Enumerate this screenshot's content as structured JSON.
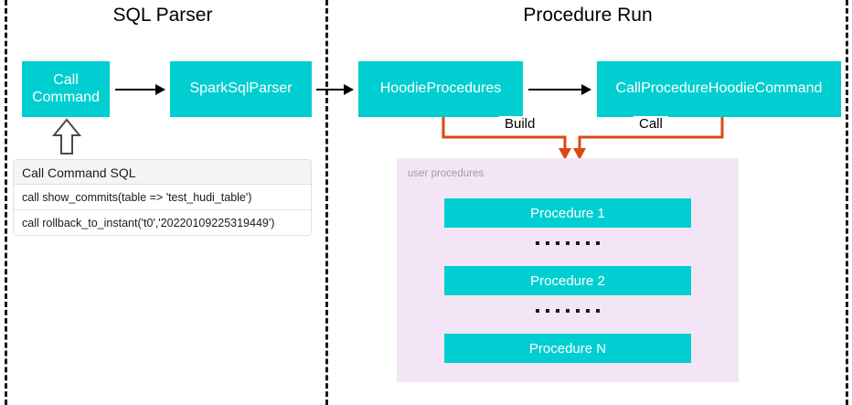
{
  "sections": {
    "left": {
      "title": "SQL Parser"
    },
    "right": {
      "title": "Procedure Run"
    }
  },
  "flow_boxes": [
    {
      "id": "call-command",
      "label": "Call\nCommand"
    },
    {
      "id": "spark-sql-parser",
      "label": "SparkSqlParser"
    },
    {
      "id": "hoodie-procedures",
      "label": "HoodieProcedures"
    },
    {
      "id": "call-procedure-command",
      "label": "CallProcedureHoodieCommand"
    }
  ],
  "flow_box_labels": {
    "call_command_line1": "Call",
    "call_command_line2": "Command",
    "spark_sql_parser": "SparkSqlParser",
    "hoodie_procedures": "HoodieProcedures",
    "call_procedure_hoodie_command": "CallProcedureHoodieCommand"
  },
  "connectors": {
    "build_label": "Build",
    "call_label": "Call",
    "color": "#DD4814"
  },
  "sql_panel": {
    "header": "Call Command SQL",
    "rows": [
      "call show_commits(table => 'test_hudi_table')",
      "call rollback_to_instant('t0','20220109225319449')"
    ]
  },
  "user_procedures": {
    "caption": "user procedures",
    "items": [
      {
        "label": "Procedure 1"
      },
      {
        "label": "Procedure 2"
      },
      {
        "label": "Procedure N"
      }
    ],
    "separator_dot_count": 7
  },
  "colors": {
    "teal": "#00CED1",
    "panel_lavender": "#F3E5F5",
    "connector_orange": "#DD4814",
    "divider_black": "#1a1a1a",
    "sql_header_bg": "#F5F5F5"
  }
}
